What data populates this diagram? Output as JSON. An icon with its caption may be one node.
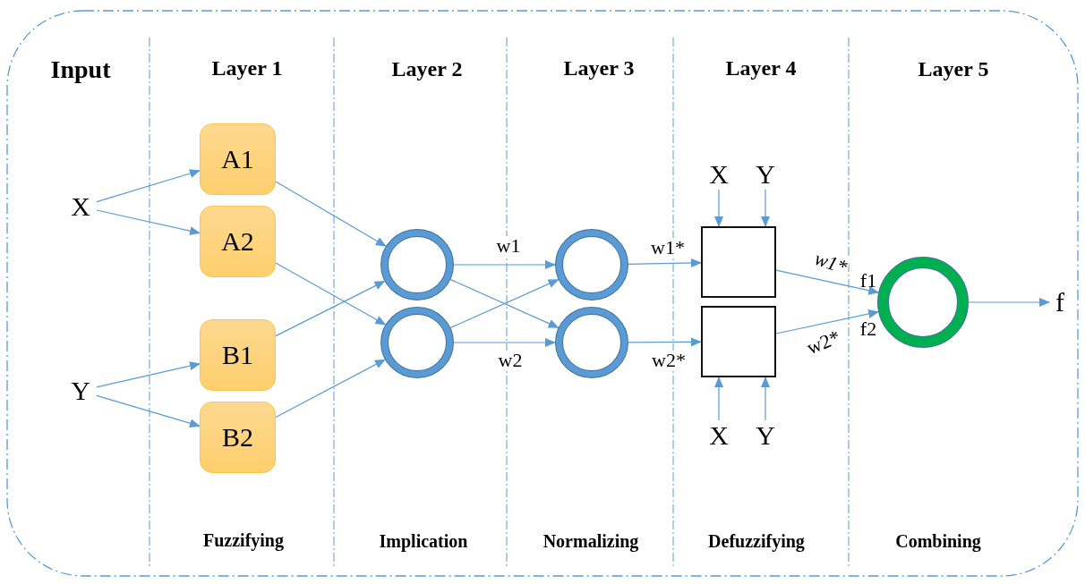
{
  "diagram": {
    "nodes": [
      {
        "text": [
          "X"
        ]
      },
      {
        "text": [
          "Y"
        ]
      },
      {
        "text": [
          "A1"
        ]
      },
      {
        "text": [
          "A2"
        ]
      },
      {
        "text": [
          "B1"
        ]
      },
      {
        "text": [
          "B2"
        ]
      },
      {
        "text": [],
        "shape": "circle"
      },
      {
        "text": [],
        "shape": "circle"
      },
      {
        "text": [],
        "shape": "circle"
      },
      {
        "text": [],
        "shape": "circle"
      },
      {
        "text": [],
        "shape": "box"
      },
      {
        "text": [],
        "shape": "box"
      },
      {
        "text": [],
        "shape": "circle",
        "beside": [
          "f1",
          "f2"
        ]
      },
      {
        "text": [
          "f"
        ]
      },
      {
        "text": [
          "X"
        ]
      },
      {
        "text": [
          "Y"
        ]
      },
      {
        "text": [
          "X"
        ]
      },
      {
        "text": [
          "Y"
        ]
      }
    ],
    "edges": [
      {
        "from": 0,
        "to": 2,
        "arrow": "to"
      },
      {
        "from": 0,
        "to": 3,
        "arrow": "to"
      },
      {
        "from": 1,
        "to": 4,
        "arrow": "to"
      },
      {
        "from": 1,
        "to": 5,
        "arrow": "to"
      },
      {
        "from": 2,
        "to": 6,
        "arrow": "to"
      },
      {
        "from": 3,
        "to": 7,
        "arrow": "to"
      },
      {
        "from": 4,
        "to": 6,
        "arrow": "to"
      },
      {
        "from": 5,
        "to": 7,
        "arrow": "to"
      },
      {
        "from": 6,
        "to": 8,
        "arrow": "to",
        "label": "w1"
      },
      {
        "from": 6,
        "to": 9,
        "arrow": "to"
      },
      {
        "from": 7,
        "to": 8,
        "arrow": "to"
      },
      {
        "from": 7,
        "to": 9,
        "arrow": "to",
        "label": "w2"
      },
      {
        "from": 8,
        "to": 10,
        "arrow": "to",
        "label": "w1*"
      },
      {
        "from": 9,
        "to": 11,
        "arrow": "to",
        "label": "w2*"
      },
      {
        "from": 10,
        "to": 12,
        "arrow": "to",
        "label": "w1*"
      },
      {
        "from": 11,
        "to": 12,
        "arrow": "to",
        "label": "w2*"
      },
      {
        "from": 12,
        "to": 13,
        "arrow": "to"
      },
      {
        "from": 14,
        "to": 10,
        "arrow": "to"
      },
      {
        "from": 15,
        "to": 10,
        "arrow": "to"
      },
      {
        "from": 16,
        "to": 11,
        "arrow": "to"
      },
      {
        "from": 17,
        "to": 11,
        "arrow": "to"
      }
    ],
    "labels": [
      "Input",
      "Layer 1",
      "Layer 2",
      "Layer 3",
      "Layer 4",
      "Layer 5",
      "Fuzzifying",
      "Implication",
      "Normalizing",
      "Defuzzifying",
      "Combining"
    ]
  }
}
